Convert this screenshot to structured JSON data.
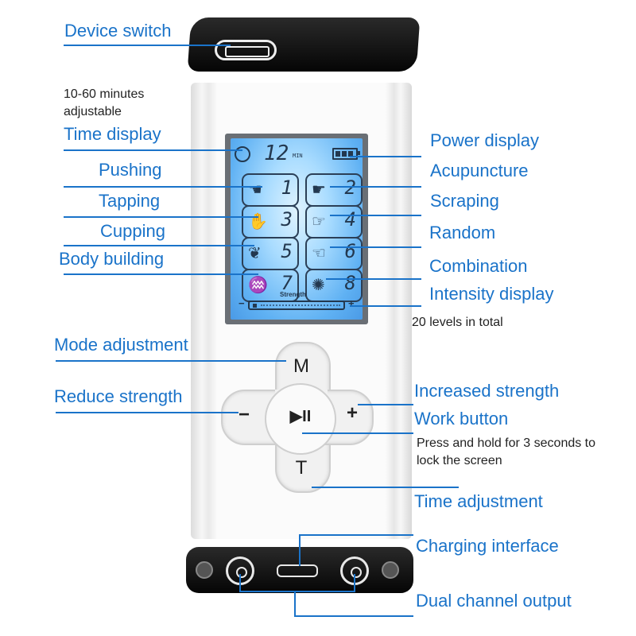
{
  "labels": {
    "device_switch": "Device switch",
    "time_range_note": "10-60 minutes adjustable",
    "time_display": "Time display",
    "pushing": "Pushing",
    "tapping": "Tapping",
    "cupping": "Cupping",
    "body_building": "Body building",
    "power_display": "Power display",
    "acupuncture": "Acupuncture",
    "scraping": "Scraping",
    "random": "Random",
    "combination": "Combination",
    "intensity_display": "Intensity display",
    "levels_note": "20 levels in total",
    "mode_adjustment": "Mode adjustment",
    "reduce_strength": "Reduce strength",
    "increased_strength": "Increased strength",
    "work_button": "Work button",
    "lock_note": "Press and hold for 3 seconds to lock the screen",
    "time_adjustment": "Time adjustment",
    "charging_interface": "Charging interface",
    "dual_channel_output": "Dual channel output"
  },
  "screen": {
    "timer_value": "12",
    "timer_unit": "MIN",
    "strength_label": "Strength",
    "minus": "−",
    "plus": "+",
    "modes": [
      {
        "num": "1",
        "icon": "hand-pushing-icon"
      },
      {
        "num": "2",
        "icon": "hand-acupuncture-icon"
      },
      {
        "num": "3",
        "icon": "hand-tapping-icon"
      },
      {
        "num": "4",
        "icon": "hand-scraping-icon"
      },
      {
        "num": "5",
        "icon": "cupping-icon"
      },
      {
        "num": "6",
        "icon": "random-icon"
      },
      {
        "num": "7",
        "icon": "body-building-icon"
      },
      {
        "num": "8",
        "icon": "combination-icon"
      }
    ]
  },
  "keys": {
    "mode": "M",
    "minus": "−",
    "plus": "+",
    "play": "▶II",
    "time": "T"
  },
  "colors": {
    "label_blue": "#1a73c9",
    "screen_blue": "#5fb1f3"
  }
}
